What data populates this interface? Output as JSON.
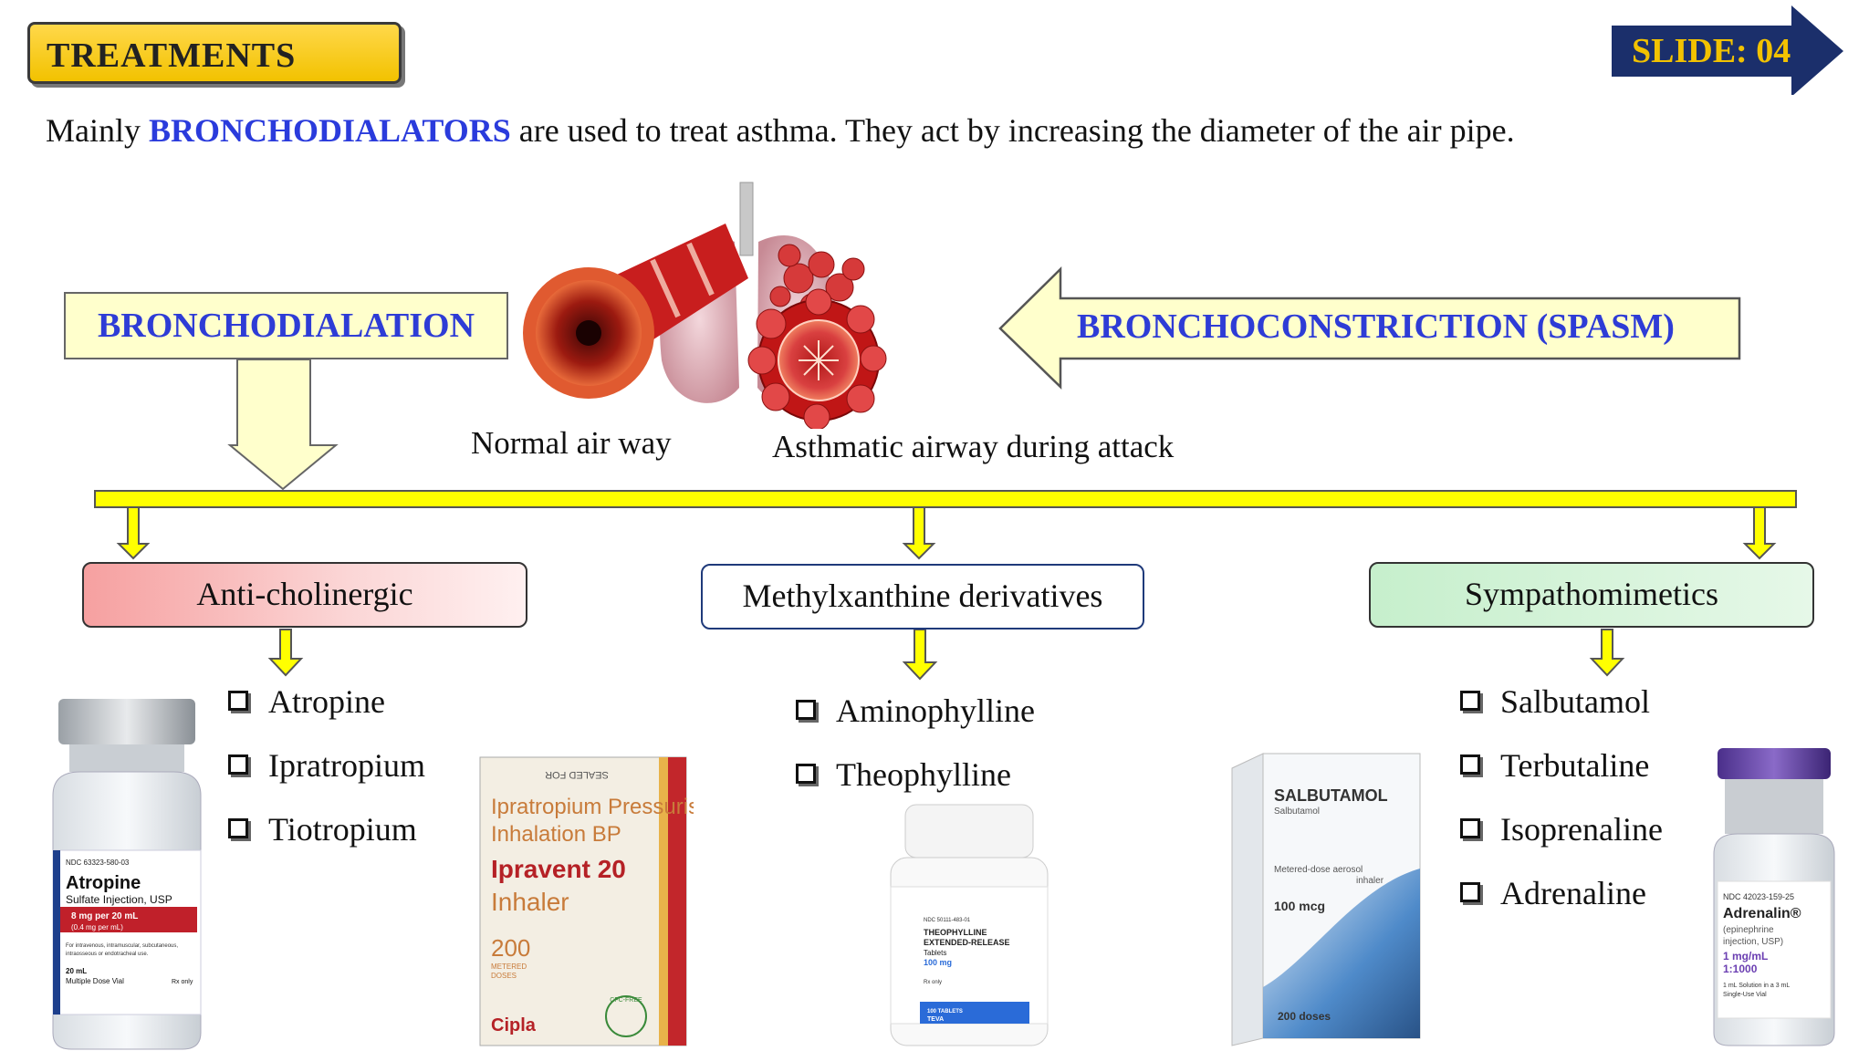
{
  "header": {
    "title": "TREATMENTS",
    "slide_label": "SLIDE: 04"
  },
  "intro": {
    "before": "Mainly ",
    "highlight": "BRONCHODIALATORS",
    "after": " are used to treat asthma. They act by increasing the diameter of the air pipe."
  },
  "diagram": {
    "bronchodilation_label": "BRONCHODIALATION",
    "bronchoconstriction_label": "BRONCHOCONSTRICTION (SPASM)",
    "caption_normal": "Normal air way",
    "caption_asthma": "Asthmatic airway during attack"
  },
  "categories": [
    {
      "name": "Anti-cholinergic",
      "drugs": [
        "Atropine",
        "Ipratropium",
        "Tiotropium"
      ]
    },
    {
      "name": "Methylxanthine derivatives",
      "drugs": [
        "Aminophylline",
        "Theophylline"
      ]
    },
    {
      "name": "Sympathomimetics",
      "drugs": [
        "Salbutamol",
        "Terbutaline",
        "Isoprenaline",
        "Adrenaline"
      ]
    }
  ],
  "products": {
    "atropine": {
      "ndc": "NDC 63323-580-03",
      "name": "Atropine",
      "sub": "Sulfate Injection, USP",
      "strength": "8 mg per 20 mL",
      "conc": "(0.4 mg per mL)",
      "route1": "For intravenous, intramuscular, subcutaneous,",
      "route2": "intraosseous or endotracheal use.",
      "volume": "20 mL",
      "vial": "Multiple Dose Vial",
      "rx": "Rx only"
    },
    "ipravent": {
      "sealed": "SEALED FOR",
      "line1": "Ipratropium Pressurised",
      "line2": "Inhalation BP",
      "brand": "Ipravent 20",
      "form": "Inhaler",
      "doses": "200",
      "doses_label1": "METERED",
      "doses_label2": "DOSES",
      "maker": "Cipla",
      "badge": "CFC-FREE"
    },
    "theophylline": {
      "ndc": "NDC 50111-483-01",
      "line1": "THEOPHYLLINE",
      "line2": "EXTENDED-RELEASE",
      "line3": "Tablets",
      "strength": "100 mg",
      "rx": "Rx only",
      "count": "100 TABLETS",
      "maker": "TEVA"
    },
    "salbutamol": {
      "name": "SALBUTAMOL",
      "sub": "Salbutamol",
      "desc1": "Metered-dose aerosol",
      "desc2": "inhaler",
      "strength": "100 mcg",
      "doses": "200 doses"
    },
    "adrenalin": {
      "ndc": "NDC 42023-159-25",
      "name": "Adrenalin®",
      "sub1": "(epinephrine",
      "sub2": "injection, USP)",
      "conc": "1 mg/mL",
      "ratio": "1:1000",
      "vol": "1 mL Solution in a 3 mL",
      "vial": "Single-Use Vial"
    }
  },
  "colors": {
    "accent_blue": "#2a3bdc",
    "navy": "#1b2f6b",
    "yellow": "#ffff00",
    "title_gold": "#f2c200"
  }
}
